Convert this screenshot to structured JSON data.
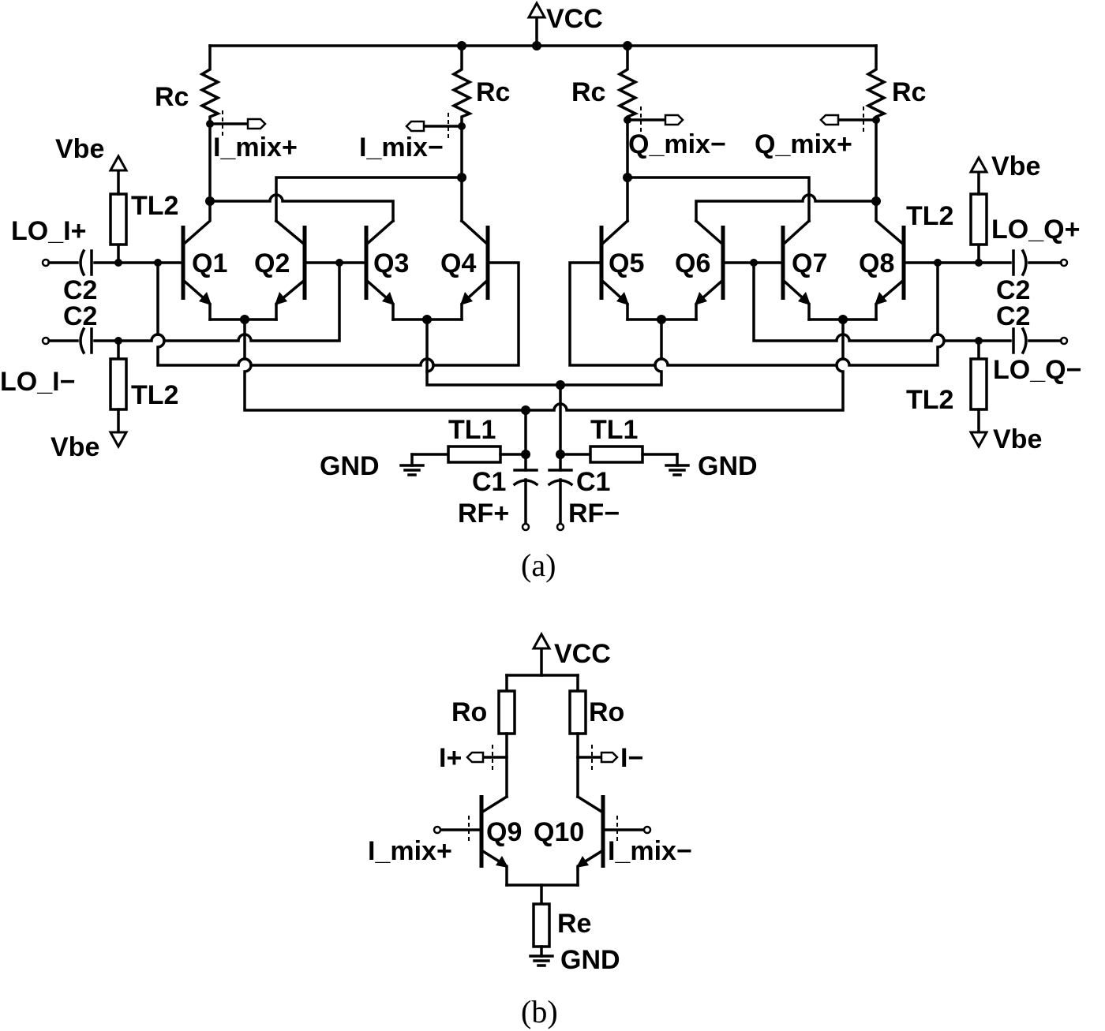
{
  "panel_a": {
    "caption": "(a)",
    "vcc": "VCC",
    "rc": "Rc",
    "i_mix_plus": "I_mix+",
    "i_mix_minus": "I_mix−",
    "q_mix_minus": "Q_mix−",
    "q_mix_plus": "Q_mix+",
    "vbe": "Vbe",
    "tl2": "TL2",
    "tl1": "TL1",
    "c2": "C2",
    "c1": "C1",
    "lo_i_plus": "LO_I+",
    "lo_i_minus": "LO_I−",
    "lo_q_plus": "LO_Q+",
    "lo_q_minus": "LO_Q−",
    "gnd": "GND",
    "rf_plus": "RF+",
    "rf_minus": "RF−",
    "transistors": [
      "Q1",
      "Q2",
      "Q3",
      "Q4",
      "Q5",
      "Q6",
      "Q7",
      "Q8"
    ]
  },
  "panel_b": {
    "caption": "(b)",
    "vcc": "VCC",
    "ro": "Ro",
    "i_plus": "I+",
    "i_minus": "I−",
    "q9": "Q9",
    "q10": "Q10",
    "i_mix_plus": "I_mix+",
    "i_mix_minus": "I_mix−",
    "re": "Re",
    "gnd": "GND"
  }
}
